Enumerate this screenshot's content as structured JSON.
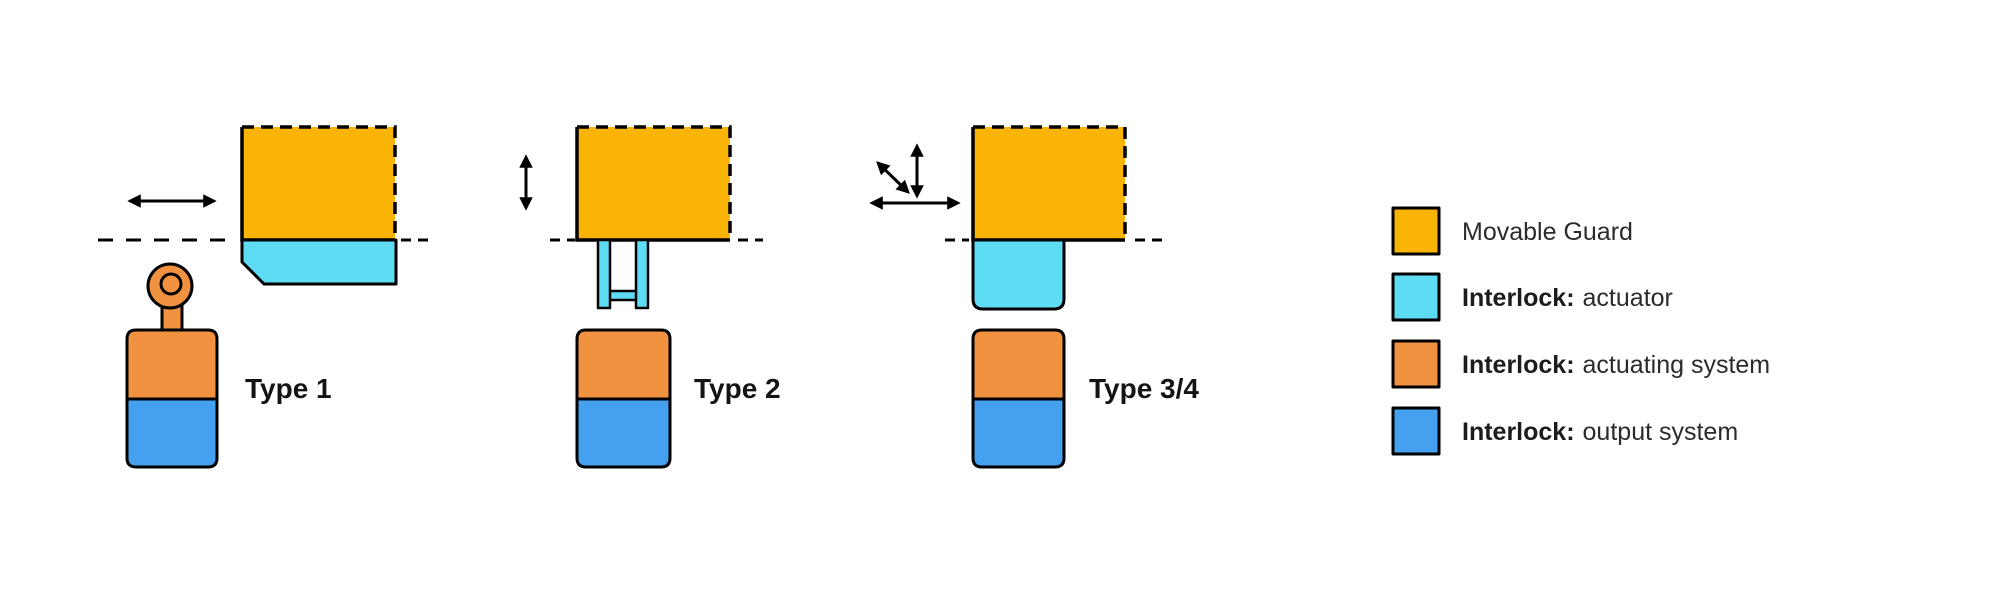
{
  "types": [
    {
      "label": "Type 1"
    },
    {
      "label": "Type 2"
    },
    {
      "label": "Type 3/4"
    }
  ],
  "legend": {
    "items": [
      {
        "bold": "",
        "rest": "Movable Guard",
        "gap": "0"
      },
      {
        "bold": "Interlock:",
        "rest": "actuator",
        "gap": "8"
      },
      {
        "bold": "Interlock:",
        "rest": "actuating system",
        "gap": "8"
      },
      {
        "bold": "Interlock:",
        "rest": "output system",
        "gap": "8"
      }
    ]
  },
  "colors": {
    "movable_guard": "#FAB406",
    "interlock_actuator": "#5EDCF4",
    "interlock_actuating_system": "#F0923F",
    "interlock_output_system": "#45A1F0"
  }
}
